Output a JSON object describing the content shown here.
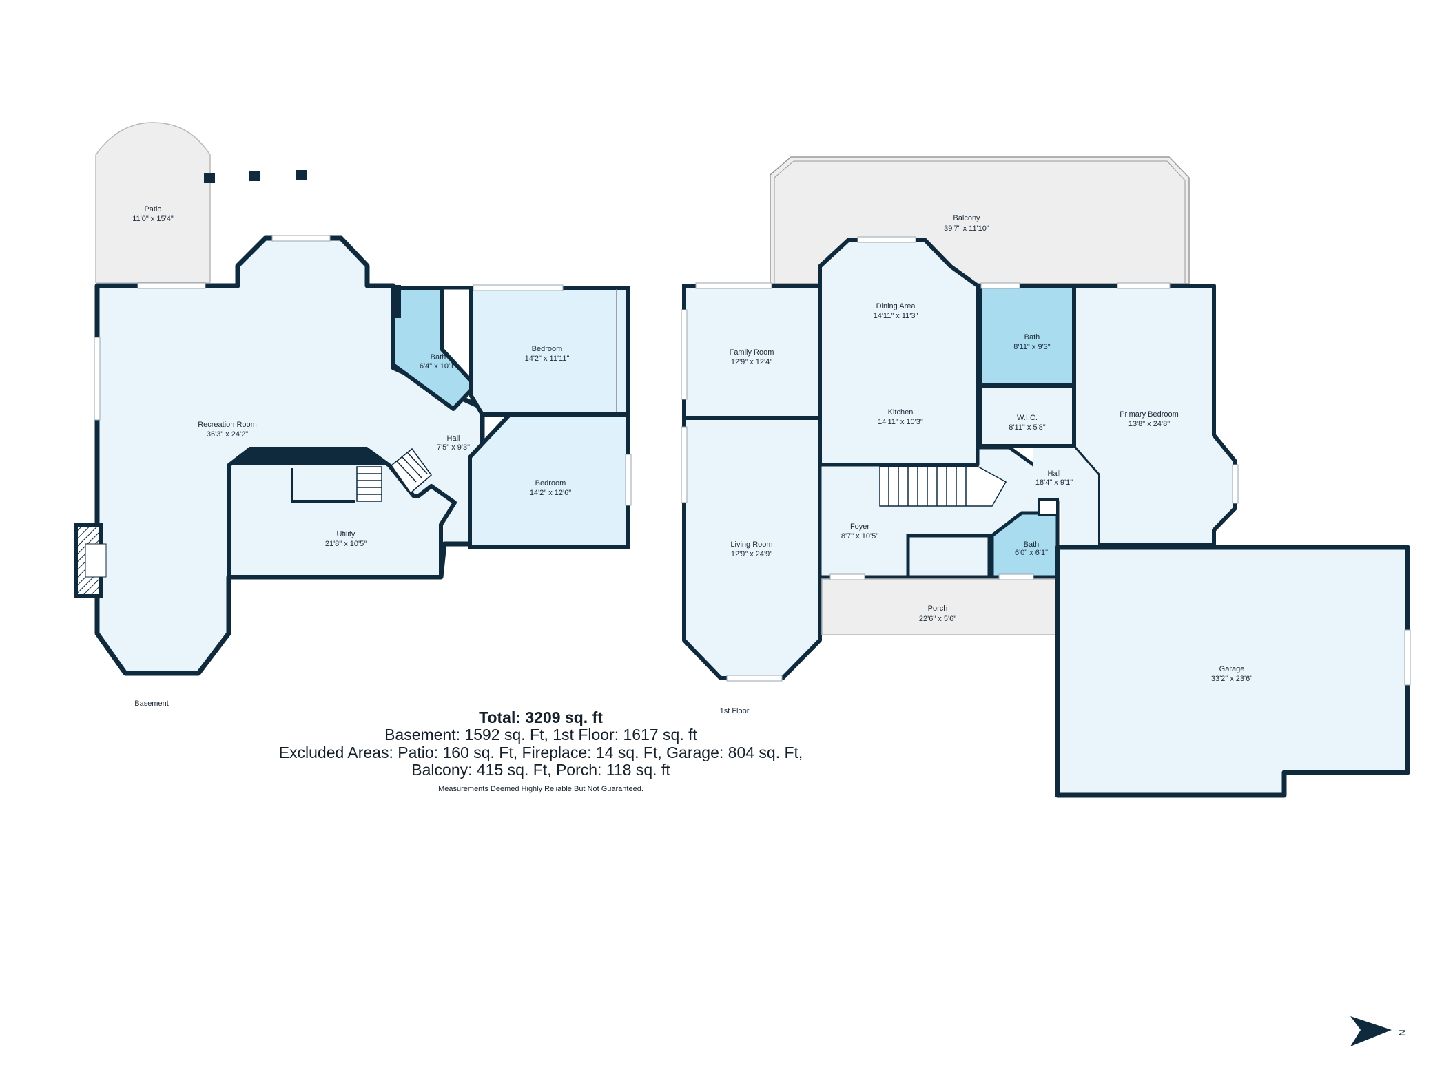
{
  "colors": {
    "wall": "#0f2a3d",
    "room_fill": "#e9f4fb",
    "bedroom_fill": "#dff1fb",
    "bath_fill": "#a9dcef",
    "outdoor_fill": "#eeeeee"
  },
  "basement": {
    "floor_label": "Basement",
    "rooms": {
      "patio": {
        "name": "Patio",
        "dims": "11'0\" x 15'4\""
      },
      "recreation": {
        "name": "Recreation Room",
        "dims": "36'3\" x 24'2\""
      },
      "bath": {
        "name": "Bath",
        "dims": "6'4\" x 10'1\""
      },
      "bedroom1": {
        "name": "Bedroom",
        "dims": "14'2\" x 11'11\""
      },
      "hall": {
        "name": "Hall",
        "dims": "7'5\" x 9'3\""
      },
      "bedroom2": {
        "name": "Bedroom",
        "dims": "14'2\" x 12'6\""
      },
      "utility": {
        "name": "Utility",
        "dims": "21'8\" x 10'5\""
      }
    }
  },
  "first_floor": {
    "floor_label": "1st Floor",
    "rooms": {
      "balcony": {
        "name": "Balcony",
        "dims": "39'7\" x 11'10\""
      },
      "dining": {
        "name": "Dining Area",
        "dims": "14'11\" x 11'3\""
      },
      "family": {
        "name": "Family Room",
        "dims": "12'9\" x 12'4\""
      },
      "bath": {
        "name": "Bath",
        "dims": "8'11\" x 9'3\""
      },
      "kitchen": {
        "name": "Kitchen",
        "dims": "14'11\" x 10'3\""
      },
      "wic": {
        "name": "W.I.C.",
        "dims": "8'11\" x 5'8\""
      },
      "primary": {
        "name": "Primary Bedroom",
        "dims": "13'8\" x 24'8\""
      },
      "hall": {
        "name": "Hall",
        "dims": "18'4\" x 9'1\""
      },
      "foyer": {
        "name": "Foyer",
        "dims": "8'7\" x 10'5\""
      },
      "living": {
        "name": "Living Room",
        "dims": "12'9\" x 24'9\""
      },
      "bath2": {
        "name": "Bath",
        "dims": "6'0\" x 6'1\""
      },
      "porch": {
        "name": "Porch",
        "dims": "22'6\" x 5'6\""
      },
      "garage": {
        "name": "Garage",
        "dims": "33'2\" x 23'6\""
      }
    }
  },
  "compass": {
    "label": "N",
    "icon": "north-arrow-icon"
  },
  "summary": {
    "total": "Total: 3209 sq. ft",
    "line1": "Basement: 1592 sq. Ft, 1st Floor: 1617 sq. ft",
    "line2": "Excluded Areas: Patio: 160 sq. Ft, Fireplace: 14 sq. Ft, Garage: 804 sq. Ft,",
    "line3": "Balcony: 415 sq. Ft, Porch: 118 sq. ft",
    "disclaimer": "Measurements Deemed Highly Reliable But Not Guaranteed."
  }
}
